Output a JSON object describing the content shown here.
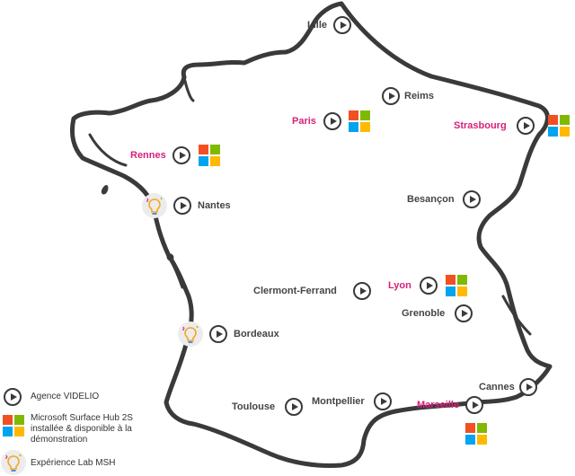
{
  "map": {
    "colors": {
      "outline": "#3a3a3a",
      "city_text": "#444444",
      "hub_city_text": "#d6217a"
    },
    "cities": [
      {
        "id": "lille",
        "name": "Lille",
        "agency": true,
        "hub": false,
        "lab": false
      },
      {
        "id": "reims",
        "name": "Reims",
        "agency": true,
        "hub": false,
        "lab": false
      },
      {
        "id": "paris",
        "name": "Paris",
        "agency": true,
        "hub": true,
        "lab": false
      },
      {
        "id": "strasbourg",
        "name": "Strasbourg",
        "agency": true,
        "hub": true,
        "lab": false
      },
      {
        "id": "rennes",
        "name": "Rennes",
        "agency": true,
        "hub": true,
        "lab": false
      },
      {
        "id": "nantes",
        "name": "Nantes",
        "agency": true,
        "hub": false,
        "lab": true
      },
      {
        "id": "besancon",
        "name": "Besançon",
        "agency": true,
        "hub": false,
        "lab": false
      },
      {
        "id": "lyon",
        "name": "Lyon",
        "agency": true,
        "hub": true,
        "lab": false
      },
      {
        "id": "clermont",
        "name": "Clermont-Ferrand",
        "agency": true,
        "hub": false,
        "lab": false
      },
      {
        "id": "grenoble",
        "name": "Grenoble",
        "agency": true,
        "hub": false,
        "lab": false
      },
      {
        "id": "bordeaux",
        "name": "Bordeaux",
        "agency": true,
        "hub": false,
        "lab": true
      },
      {
        "id": "cannes",
        "name": "Cannes",
        "agency": true,
        "hub": false,
        "lab": false
      },
      {
        "id": "toulouse",
        "name": "Toulouse",
        "agency": true,
        "hub": false,
        "lab": false
      },
      {
        "id": "montpellier",
        "name": "Montpellier",
        "agency": true,
        "hub": false,
        "lab": false
      },
      {
        "id": "marseille",
        "name": "Marseille",
        "agency": true,
        "hub": true,
        "lab": false
      }
    ]
  },
  "legend": {
    "agency_label": "Agence VIDELIO",
    "hub_label_line1": "Microsoft Surface Hub 2S",
    "hub_label_line2": "installée & disponible à la",
    "hub_label_line3": "démonstration",
    "lab_label": "Expérience Lab MSH"
  }
}
